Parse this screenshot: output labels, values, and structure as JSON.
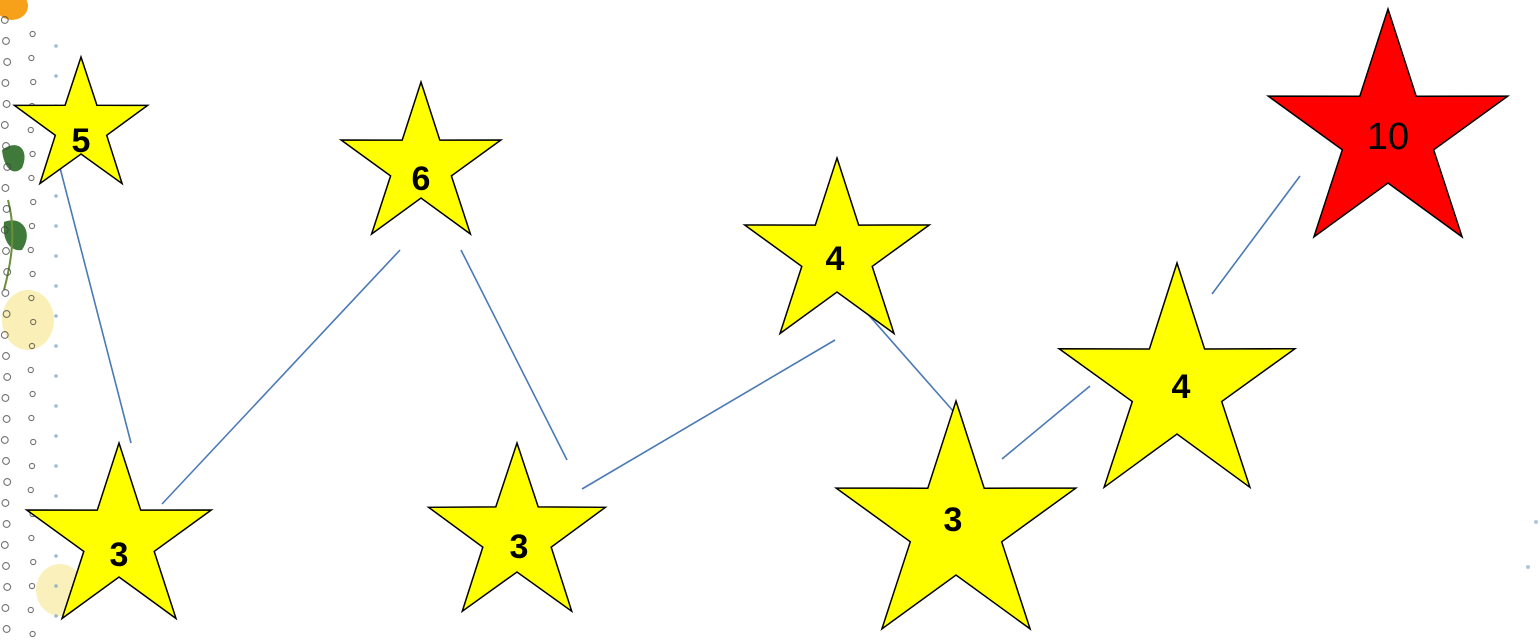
{
  "colors": {
    "star_default": "#ffff00",
    "star_highlight": "#ff0000",
    "star_outline": "#000000",
    "connector": "#4a7ab5",
    "background": "#ffffff",
    "border_dots": "#7aa3c4",
    "leaf": "#3f7a3a",
    "flower_glow": "#f5e27a",
    "orange_blob": "#f7a11a"
  },
  "stars": [
    {
      "id": "s1",
      "label": "5",
      "highlight": false
    },
    {
      "id": "s2",
      "label": "3",
      "highlight": false
    },
    {
      "id": "s3",
      "label": "6",
      "highlight": false
    },
    {
      "id": "s4",
      "label": "3",
      "highlight": false
    },
    {
      "id": "s5",
      "label": "4",
      "highlight": false
    },
    {
      "id": "s6",
      "label": "3",
      "highlight": false
    },
    {
      "id": "s7",
      "label": "4",
      "highlight": false
    },
    {
      "id": "s8",
      "label": "10",
      "highlight": true
    }
  ],
  "sequence": [
    "s1",
    "s2",
    "s3",
    "s4",
    "s5",
    "s6",
    "s7",
    "s8"
  ],
  "decorations": {
    "left_border": "dotted-floral-border",
    "icons": [
      "flower-icon",
      "leaf-icon"
    ]
  }
}
